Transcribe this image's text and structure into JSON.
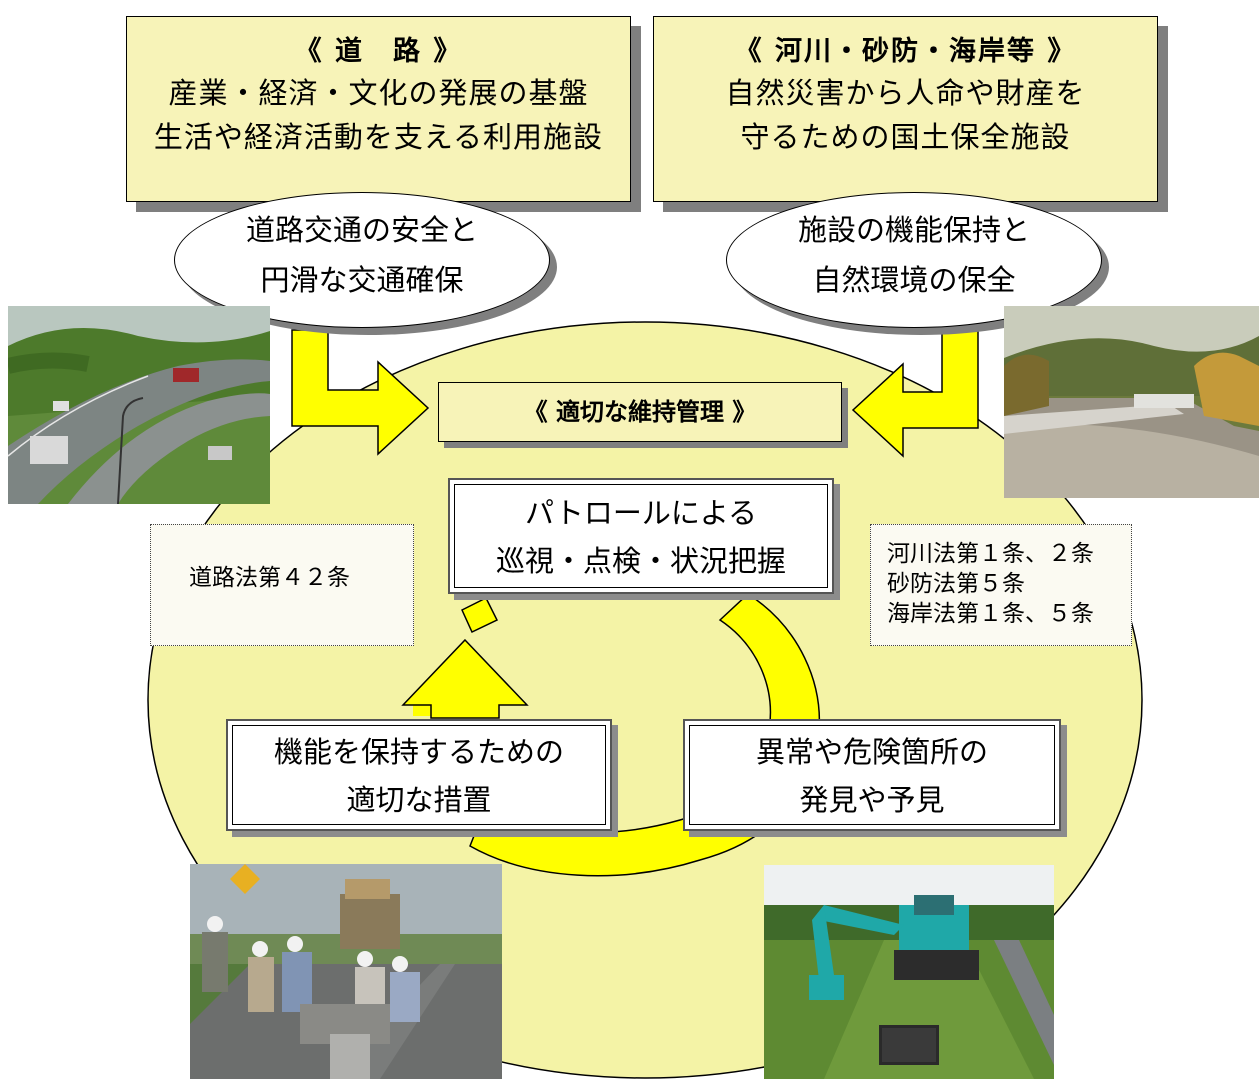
{
  "road_box": {
    "title": "《 道　路 》",
    "line1": "産業・経済・文化の発展の基盤",
    "line2": "生活や経済活動を支える利用施設"
  },
  "river_box": {
    "title": "《 河川・砂防・海岸等 》",
    "line1": "自然災害から人命や財産を",
    "line2": "守るための国土保全施設"
  },
  "road_oval": {
    "line1": "道路交通の安全と",
    "line2": "円滑な交通確保"
  },
  "river_oval": {
    "line1": "施設の機能保持と",
    "line2": "自然環境の保全"
  },
  "center_title": "《 適切な維持管理 》",
  "patrol_box": {
    "line1": "パトロールによる",
    "line2": "巡視・点検・状況把握"
  },
  "discover_box": {
    "line1": "異常や危険箇所の",
    "line2": "発見や予見"
  },
  "measure_box": {
    "line1": "機能を保持するための",
    "line2": "適切な措置"
  },
  "road_law": "道路法第４２条",
  "river_law": {
    "line1": "河川法第１条、２条",
    "line2": "砂防法第５条",
    "line3": "海岸法第１条、５条"
  },
  "colors": {
    "ellipse": "#f4f3a6",
    "arrow": "#ffff00",
    "header": "#f7f3b8"
  }
}
